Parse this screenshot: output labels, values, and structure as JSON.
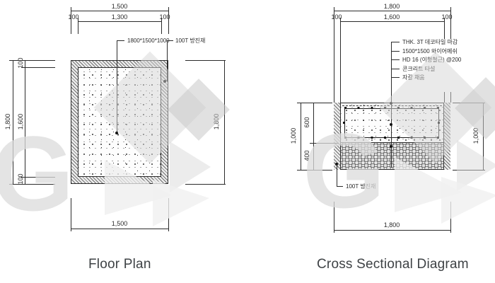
{
  "floor_plan": {
    "title": "Floor Plan",
    "dim_top_total": "1,500",
    "dim_top_inner": "1,300",
    "dim_top_left_offset": "100",
    "dim_top_right_offset": "100",
    "dim_left_total": "1,800",
    "dim_left_inner": "1,600",
    "dim_left_top_offset": "100",
    "dim_left_bottom_offset": "100",
    "dim_right_total": "1,800",
    "dim_bottom_total": "1,500",
    "callout_block_size": "1800*1500*1000",
    "callout_vibration_pad": "100T 방진재"
  },
  "cross_section": {
    "title": "Cross Sectional Diagram",
    "dim_top_total": "1,800",
    "dim_top_inner": "1,600",
    "dim_top_left_offset": "100",
    "dim_top_right_offset": "100",
    "dim_left_total": "1,000",
    "dim_left_upper": "600",
    "dim_left_lower": "400",
    "dim_right_total": "1,000",
    "dim_bottom_total": "1,800",
    "callouts": [
      "THK. 3T 데코타일 마감",
      "1500*1500 와이어메쉬",
      "HD 16 (이형철근) @200",
      "콘크리트 타설",
      "자갈 채움"
    ],
    "callout_vibration_pad": "100T 방진재"
  },
  "watermark": {
    "letter": "G"
  },
  "colors": {
    "line": "#2b2b2b",
    "text": "#2b2b2b",
    "title": "#3e4245",
    "watermark": "#dcdcdc"
  }
}
